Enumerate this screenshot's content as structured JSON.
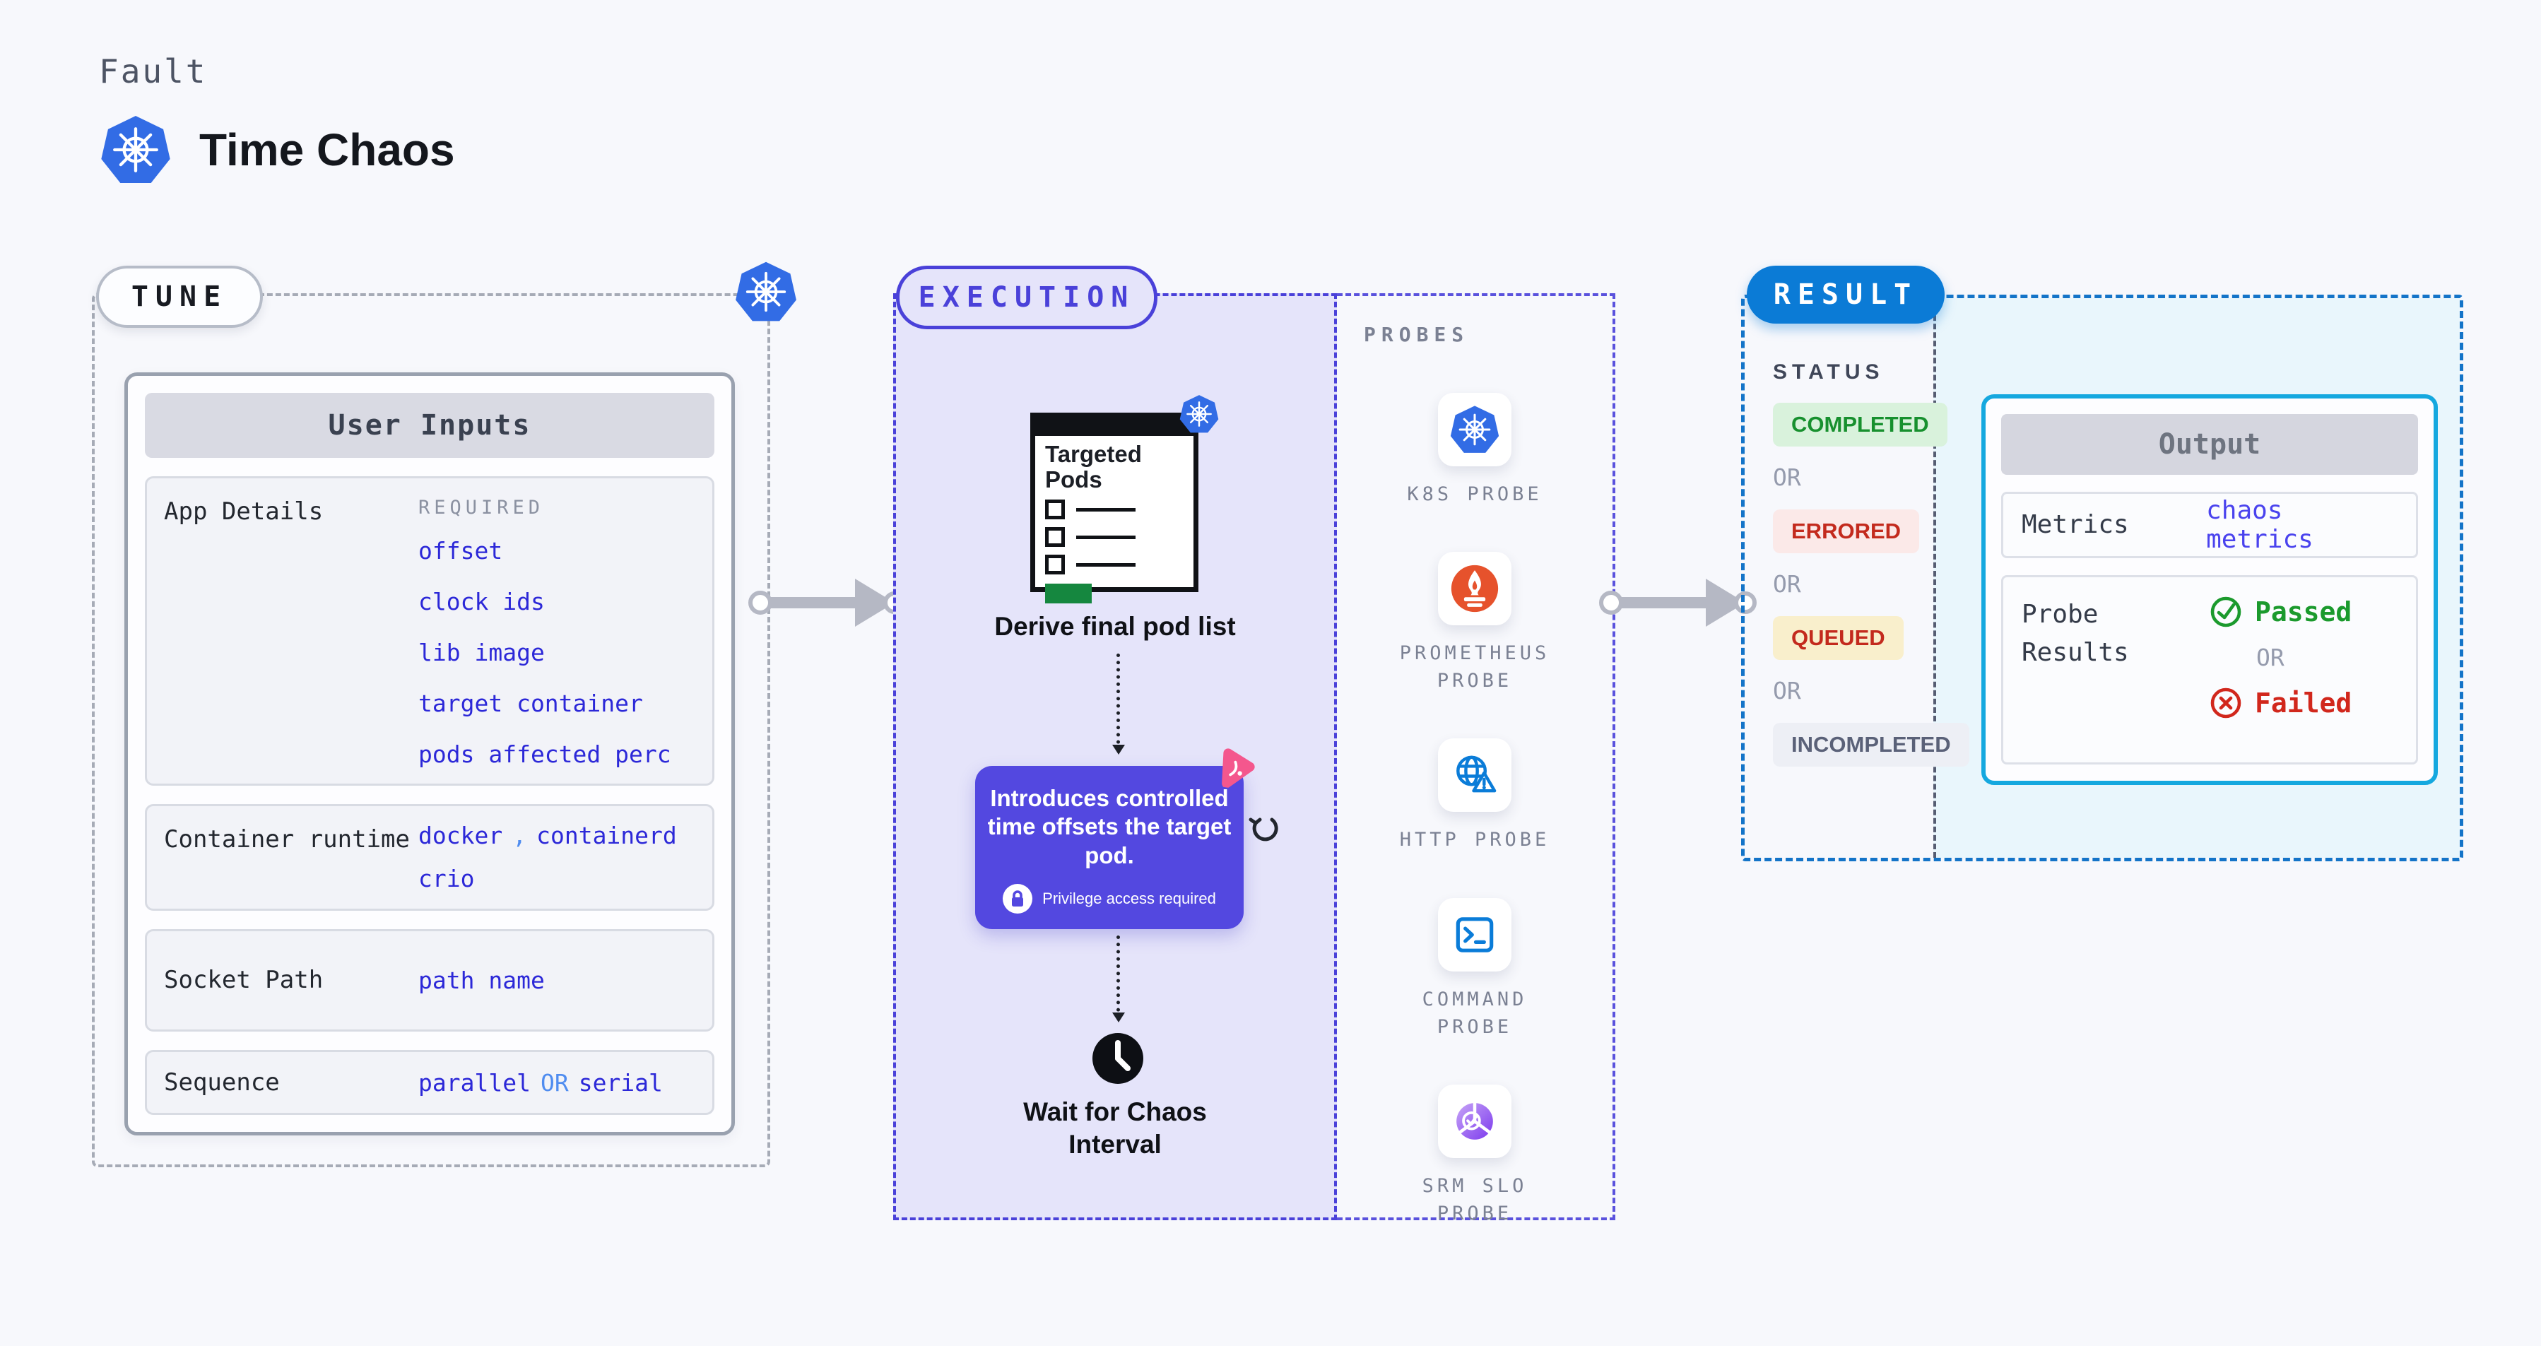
{
  "header": {
    "kicker": "Fault",
    "title": "Time Chaos"
  },
  "tune": {
    "label": "TUNE",
    "user_inputs": {
      "title": "User Inputs",
      "app_details": {
        "label": "App Details",
        "tag": "REQUIRED",
        "links": [
          "offset",
          "clock ids",
          "lib image",
          "target container",
          "pods affected perc"
        ]
      },
      "runtime": {
        "label": "Container runtime",
        "value_a": "docker",
        "comma": ",",
        "value_b": "containerd",
        "value_c": "crio"
      },
      "socket": {
        "label": "Socket Path",
        "value": "path name"
      },
      "sequence": {
        "label": "Sequence",
        "value_a": "parallel",
        "or": "OR",
        "value_b": "serial"
      }
    }
  },
  "execution": {
    "label": "EXECUTION",
    "targeted_pods_title": "Targeted Pods",
    "derive_step": "Derive final pod list",
    "tooltip_text": "Introduces controlled time offsets the target pod.",
    "privilege_note": "Privilege access required",
    "wait_step": "Wait for Chaos Interval"
  },
  "probes": {
    "label": "PROBES",
    "items": [
      {
        "name": "K8S PROBE",
        "icon": "kubernetes-icon"
      },
      {
        "name": "PROMETHEUS PROBE",
        "icon": "prometheus-icon"
      },
      {
        "name": "HTTP PROBE",
        "icon": "globe-warning-icon"
      },
      {
        "name": "COMMAND PROBE",
        "icon": "terminal-icon"
      },
      {
        "name": "SRM SLO PROBE",
        "icon": "slo-donut-check-icon"
      }
    ]
  },
  "result": {
    "label": "RESULT",
    "status_title": "STATUS",
    "or": "OR",
    "statuses": [
      "COMPLETED",
      "ERRORED",
      "QUEUED",
      "INCOMPLETED"
    ],
    "output": {
      "title": "Output",
      "metrics_label": "Metrics",
      "metrics_value": "chaos metrics",
      "probe_results_label": "Probe Results",
      "passed": "Passed",
      "failed": "Failed"
    }
  },
  "colors": {
    "page_bg": "#f7f8fc",
    "link_blue": "#2c28d8",
    "light_blue": "#4f8cf0",
    "execution_purple": "#4a41d9",
    "execution_bg": "#e5e4fa",
    "tooltip_purple": "#5348e0",
    "result_blue": "#0b7bd6",
    "output_cyan_border": "#15a8df",
    "completed_green": "#17902e",
    "errored_red": "#c32a1d",
    "passed_green": "#1b9a2d",
    "failed_red": "#d1271c",
    "prometheus_orange": "#e6522c",
    "kubernetes_blue": "#326ce5",
    "pods_green": "#15873f",
    "chaos_pink": "#f4578d"
  }
}
